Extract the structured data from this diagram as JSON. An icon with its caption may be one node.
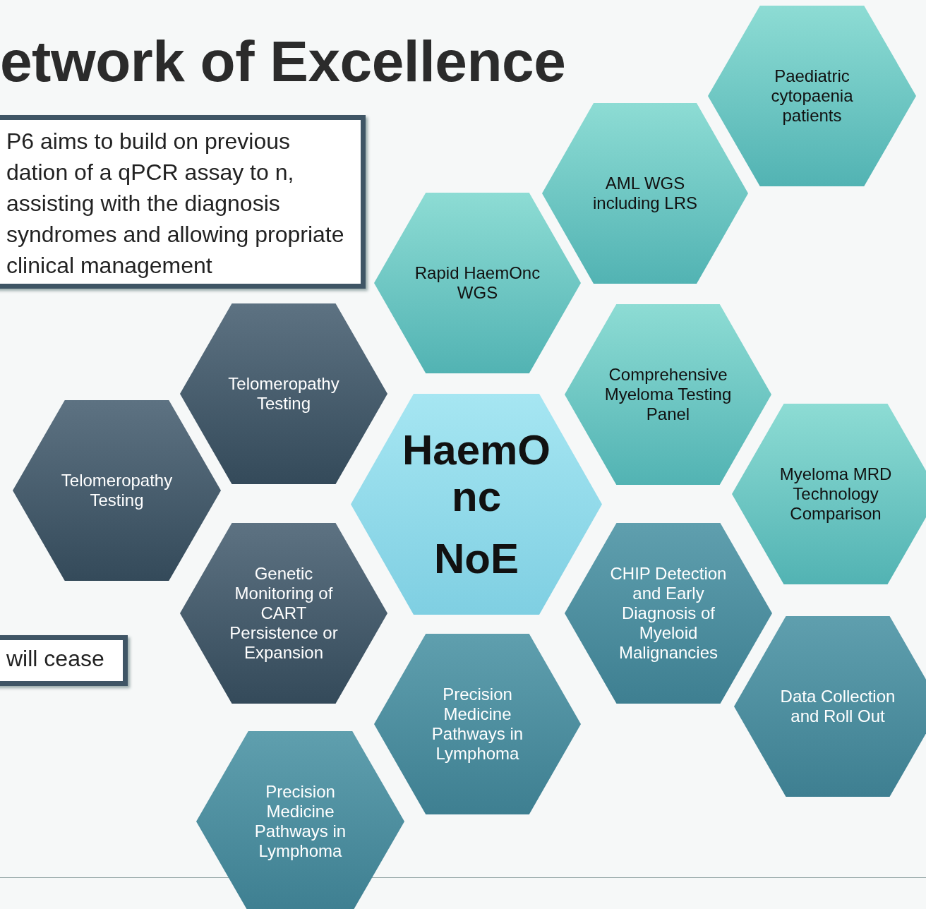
{
  "diagram": {
    "title": "etwork of Excellence",
    "nodes": [
      {
        "text": [
          "P6 aims to build on previous dation of a qPCR assay to n, assisting with the diagnosis syndromes and allowing propriate clinical management"
        ]
      },
      {
        "text": [
          "will cease"
        ]
      },
      {
        "text": [
          "Paediatric cytopaenia patients"
        ]
      },
      {
        "text": [
          "AML WGS including LRS"
        ]
      },
      {
        "text": [
          "Rapid HaemOnc WGS"
        ]
      },
      {
        "text": [
          "Comprehensive Myeloma Testing Panel"
        ]
      },
      {
        "text": [
          "Myeloma MRD Technology Comparison"
        ]
      },
      {
        "text": [
          "HaemOnc",
          "NoE"
        ]
      },
      {
        "text": [
          "Telomeropathy Testing"
        ]
      },
      {
        "text": [
          "Telomeropathy Testing"
        ]
      },
      {
        "text": [
          "Genetic Monitoring of CART Persistence or Expansion"
        ]
      },
      {
        "text": [
          "CHIP Detection and Early Diagnosis of Myeloid Malignancies"
        ]
      },
      {
        "text": [
          "Data Collection and Roll Out"
        ]
      },
      {
        "text": [
          "Precision Medicine Pathways in Lymphoma"
        ]
      },
      {
        "text": [
          "Precision Medicine Pathways in Lymphoma"
        ]
      }
    ],
    "edges": []
  }
}
